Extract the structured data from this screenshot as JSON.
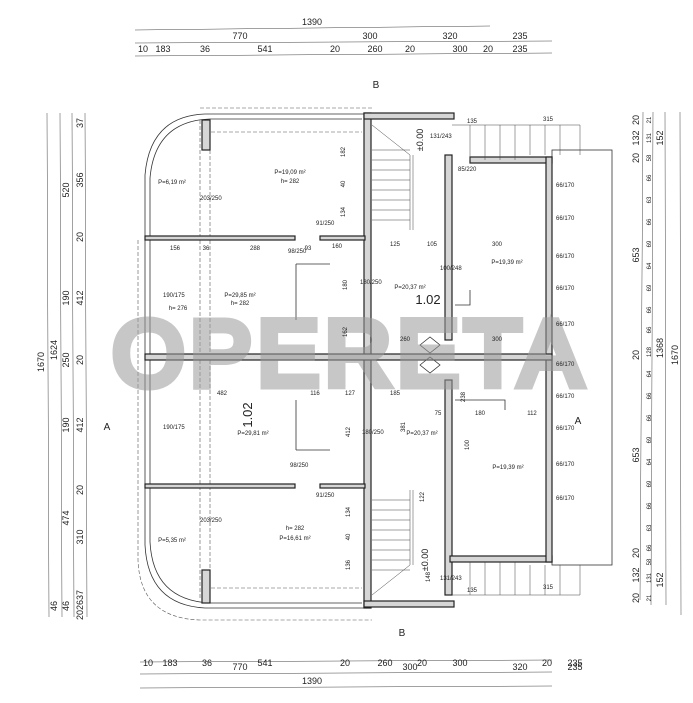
{
  "title_watermark": "OPERETA",
  "top_dims": {
    "row1": [
      "1390"
    ],
    "row2": [
      "770",
      "300",
      "320",
      "235"
    ],
    "row3": [
      "10",
      "183",
      "36",
      "541",
      "20",
      "260",
      "20",
      "300",
      "20",
      "235"
    ]
  },
  "bottom_dims": {
    "row1": [
      "10",
      "183",
      "36",
      "541",
      "20",
      "260",
      "20",
      "300",
      "20",
      "235"
    ],
    "row2": [
      "770",
      "300",
      "320",
      "235"
    ],
    "row3": [
      "1390"
    ]
  },
  "section_marks": [
    "B",
    "B",
    "A",
    "A"
  ],
  "left_dims": {
    "col1": [
      "1670"
    ],
    "col2": [
      "1624",
      "46"
    ],
    "col3": [
      "520",
      "190",
      "250",
      "190",
      "474",
      "46"
    ],
    "col4": [
      "37",
      "356",
      "20",
      "412",
      "20",
      "412",
      "20",
      "310",
      "202637"
    ]
  },
  "right_dims": {
    "col1": [
      "20",
      "132",
      "20",
      "653",
      "20",
      "653",
      "20",
      "132",
      "20"
    ],
    "col2": [
      "21",
      "131",
      "58",
      "66",
      "63",
      "66",
      "69",
      "64",
      "69",
      "66",
      "66",
      "128",
      "64",
      "66",
      "66",
      "69",
      "64",
      "69",
      "66",
      "63",
      "66",
      "58",
      "131",
      "21"
    ],
    "col3": [
      "152",
      "1368",
      "152"
    ],
    "col4": [
      "1670"
    ]
  },
  "rooms": [
    "P=6,19 m²",
    "P=19,09 m²",
    "h= 282",
    "P=29,85 m²",
    "h= 282",
    "h= 276",
    "P=20,37 m²",
    "P=19,39 m²",
    "P=29,81 m²",
    "P=20,37 m²",
    "P=19,39 m²",
    "P=5,35 m²",
    "h= 282",
    "P=16,61 m²"
  ],
  "unit_labels": [
    "1.02",
    "1.02"
  ],
  "levels": [
    "±0.00",
    "±0.00"
  ],
  "interior_dims": [
    "182",
    "40",
    "134",
    "156",
    "36",
    "288",
    "93",
    "160",
    "125",
    "105",
    "300",
    "180",
    "162",
    "260",
    "300",
    "482",
    "116",
    "127",
    "185",
    "412",
    "381",
    "75",
    "180",
    "112",
    "238",
    "100",
    "134",
    "40",
    "136",
    "122",
    "148",
    "135",
    "315",
    "135",
    "315"
  ],
  "openings": [
    "203/250",
    "190/175",
    "190/175",
    "98/250",
    "180/250",
    "100/248",
    "180/250",
    "98/250",
    "203/250",
    "131/243",
    "131/243",
    "91/250",
    "91/250",
    "85/220",
    "66/170",
    "66/170",
    "66/170",
    "66/170",
    "66/170",
    "66/170",
    "66/170",
    "66/170",
    "66/170",
    "66/170"
  ]
}
